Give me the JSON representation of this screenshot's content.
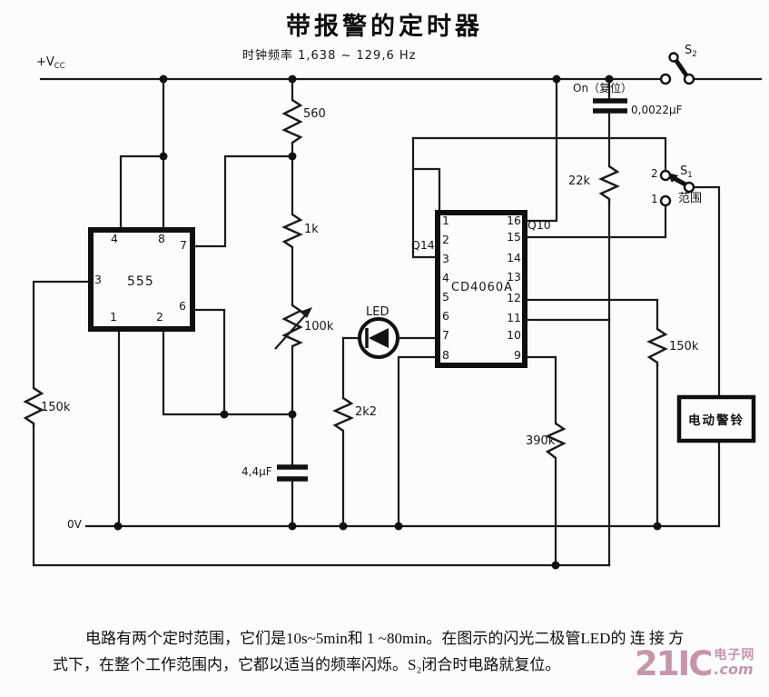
{
  "title": "带报警的定时器",
  "power": {
    "vcc": "+V",
    "vcc_sub": "CC",
    "gnd": "0V"
  },
  "annotations": {
    "clock_freq": "时钟频率 1,638 ~ 129,6 Hz",
    "on_reset": "On（复位）",
    "range": "范围"
  },
  "switches": {
    "s2": {
      "name": "S",
      "sub": "2"
    },
    "s1": {
      "name": "S",
      "sub": "1",
      "contact_top": "2",
      "contact_bottom": "1"
    }
  },
  "components": {
    "r560": "560",
    "r1k": "1k",
    "r100k": "100k",
    "r150k_left": "150k",
    "r2k2": "2k2",
    "r22k": "22k",
    "r390k": "390k",
    "r150k_right": "150k",
    "c_reset": "0,0022μF",
    "c_timing": "4,4μF",
    "led": "LED",
    "bell": "电动警铃"
  },
  "ic555": {
    "label": "555",
    "pins": {
      "p4": "4",
      "p8": "8",
      "p7": "7",
      "p3": "3",
      "p6": "6",
      "p1": "1",
      "p2": "2"
    }
  },
  "ic4060": {
    "label": "CD4060A",
    "q14": "Q14",
    "q10": "Q10",
    "left_pins": [
      "1",
      "2",
      "3",
      "4",
      "5",
      "6",
      "7",
      "8"
    ],
    "right_pins": [
      "16",
      "15",
      "14",
      "13",
      "12",
      "11",
      "10",
      "9"
    ]
  },
  "caption": {
    "line1": "电路有两个定时范围，它们是10s~5min和 1 ~80min。在图示的闪光二极管LED的 连 接 方",
    "line2": "式下，在整个工作范围内，它都以适当的频率闪烁。S₂闭合时电路就复位。"
  },
  "watermark": {
    "brand": "21IC",
    "site": "电子网",
    "dotcom": ".com",
    "color": "#c795aa"
  }
}
